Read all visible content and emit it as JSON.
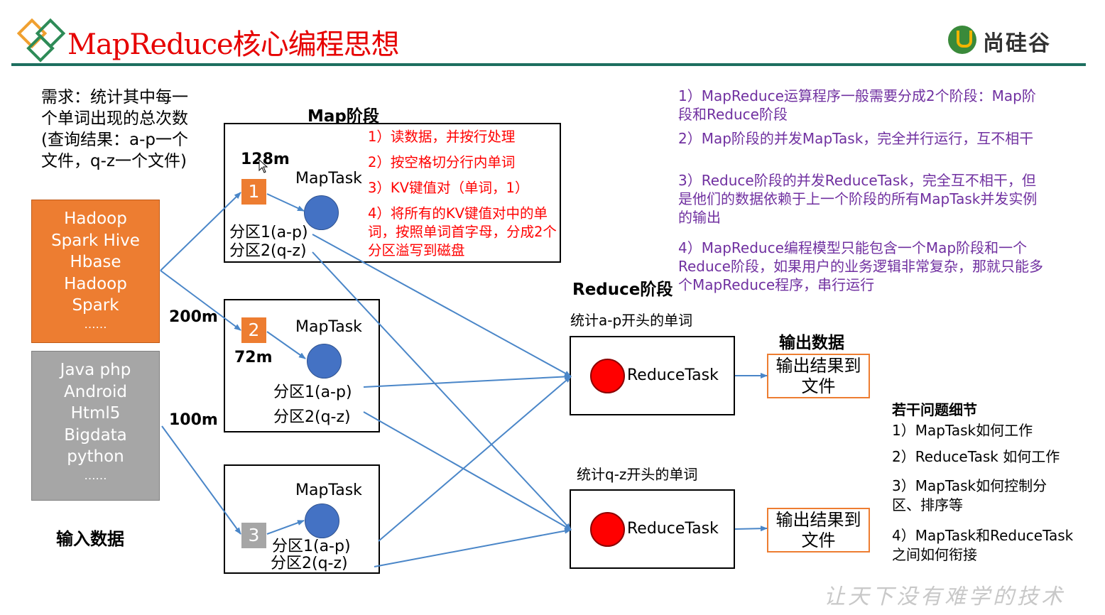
{
  "header": {
    "title": "MapReduce核心编程思想",
    "logo_text": "尚硅谷",
    "accent": "#1d6f5f",
    "title_color": "#e60000"
  },
  "input": {
    "requirement": "需求：统计其中每一个单词出现的总次数(查询结果：a-p一个文件，q-z一个文件)",
    "file1_lines": [
      "Hadoop",
      "Spark Hive",
      "Hbase",
      "Hadoop",
      "Spark",
      "……"
    ],
    "file2_lines": [
      "Java php",
      "Android",
      "Html5",
      "Bigdata",
      "python",
      "……"
    ],
    "label": "输入数据",
    "sizes": {
      "s200": "200m",
      "s100": "100m"
    }
  },
  "map": {
    "stage_label": "Map阶段",
    "tasks": [
      {
        "num": "1",
        "name": "MapTask",
        "part1": "分区1(a-p)",
        "part2": "分区2(q-z)",
        "size": "128m"
      },
      {
        "num": "2",
        "name": "MapTask",
        "part1": "分区1(a-p)",
        "part2": "分区2(q-z)",
        "size": "72m"
      },
      {
        "num": "3",
        "name": "MapTask",
        "part1": "分区1(a-p)",
        "part2": "分区2(q-z)"
      }
    ],
    "steps": [
      "1）读数据，并按行处理",
      "2）按空格切分行内单词",
      "3）KV键值对（单词，1）",
      "4）将所有的KV键值对中的单词，按照单词首字母，分成2个分区溢写到磁盘"
    ]
  },
  "reduce": {
    "stage_label": "Reduce阶段",
    "tasks": [
      {
        "caption": "统计a-p开头的单词",
        "name": "ReduceTask"
      },
      {
        "caption": "统计q-z开头的单词",
        "name": "ReduceTask"
      }
    ]
  },
  "output": {
    "label": "输出数据",
    "boxes": [
      "输出结果到文件",
      "输出结果到文件"
    ]
  },
  "notes": [
    "1）MapReduce运算程序一般需要分成2个阶段：Map阶段和Reduce阶段",
    "2）Map阶段的并发MapTask，完全并行运行，互不相干",
    "3）Reduce阶段的并发ReduceTask，完全互不相干，但是他们的数据依赖于上一个阶段的所有MapTask并发实例的输出",
    "4）MapReduce编程模型只能包含一个Map阶段和一个Reduce阶段，如果用户的业务逻辑非常复杂，那就只能多个MapReduce程序，串行运行"
  ],
  "issues": {
    "title": "若干问题细节",
    "items": [
      "1）MapTask如何工作",
      "2）ReduceTask 如何工作",
      "3）MapTask如何控制分区、排序等",
      "4）MapTask和ReduceTask之间如何衔接"
    ]
  },
  "watermark": "让天下没有难学的技术"
}
